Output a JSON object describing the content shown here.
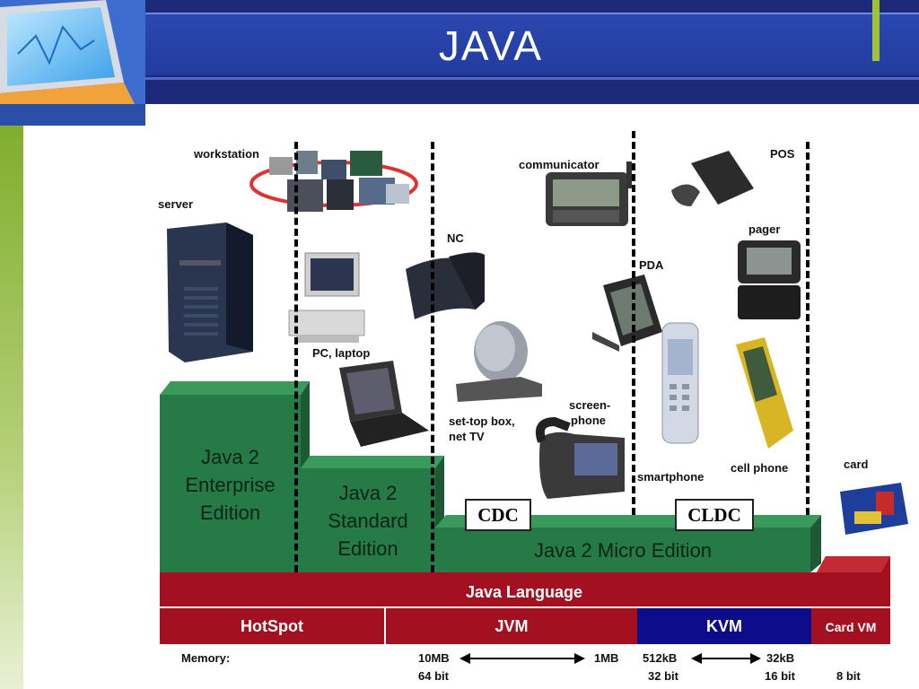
{
  "slide": {
    "title": "JAVA"
  },
  "colors": {
    "header": "#1d2a7a",
    "green_block": "#267a46",
    "red_bar": "#a3101f",
    "kvm_bar": "#0d0d8c",
    "accent": "#9fc23a"
  },
  "devices": {
    "workstation": "workstation",
    "server": "server",
    "pc_laptop": "PC, laptop",
    "nc": "NC",
    "communicator": "communicator",
    "pos": "POS",
    "pager": "pager",
    "pda": "PDA",
    "settop_line1": "set-top box,",
    "settop_line2": "net TV",
    "screenphone_line1": "screen-",
    "screenphone_line2": "phone",
    "smartphone": "smartphone",
    "cellphone": "cell phone",
    "card": "card"
  },
  "editions": {
    "j2ee": [
      "Java 2",
      "Enterprise",
      "Edition"
    ],
    "j2se": [
      "Java 2",
      "Standard",
      "Edition"
    ],
    "j2me": "Java 2 Micro Edition",
    "cdc": "CDC",
    "cldc": "CLDC"
  },
  "bars": {
    "language": "Java Language",
    "hotspot": "HotSpot",
    "jvm": "JVM",
    "kvm": "KVM",
    "cardvm": "Card VM"
  },
  "memory": {
    "label": "Memory:",
    "jvm_max": "10MB",
    "jvm_min": "1MB",
    "jvm_bits": "64 bit",
    "kvm_max": "512kB",
    "kvm_min": "32kB",
    "kvm_bits_max": "32 bit",
    "kvm_bits_min": "16 bit",
    "card_bits": "8 bit"
  }
}
